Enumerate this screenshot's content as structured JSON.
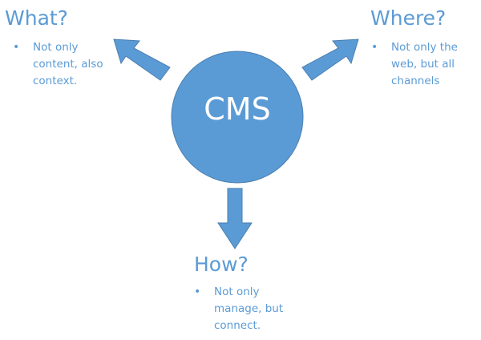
{
  "colors": {
    "accent": "#5b9bd5",
    "shape_fill": "#5b9bd5",
    "shape_stroke": "#4a7eb0",
    "center_text": "#ffffff"
  },
  "center": {
    "label": "CMS"
  },
  "branches": {
    "what": {
      "heading": "What?",
      "bullet": "Not only\ncontent, also\ncontext."
    },
    "where": {
      "heading": "Where?",
      "bullet": "Not only the\nweb, but all\nchannels"
    },
    "how": {
      "heading": "How?",
      "bullet": "Not only\nmanage, but\nconnect."
    }
  }
}
